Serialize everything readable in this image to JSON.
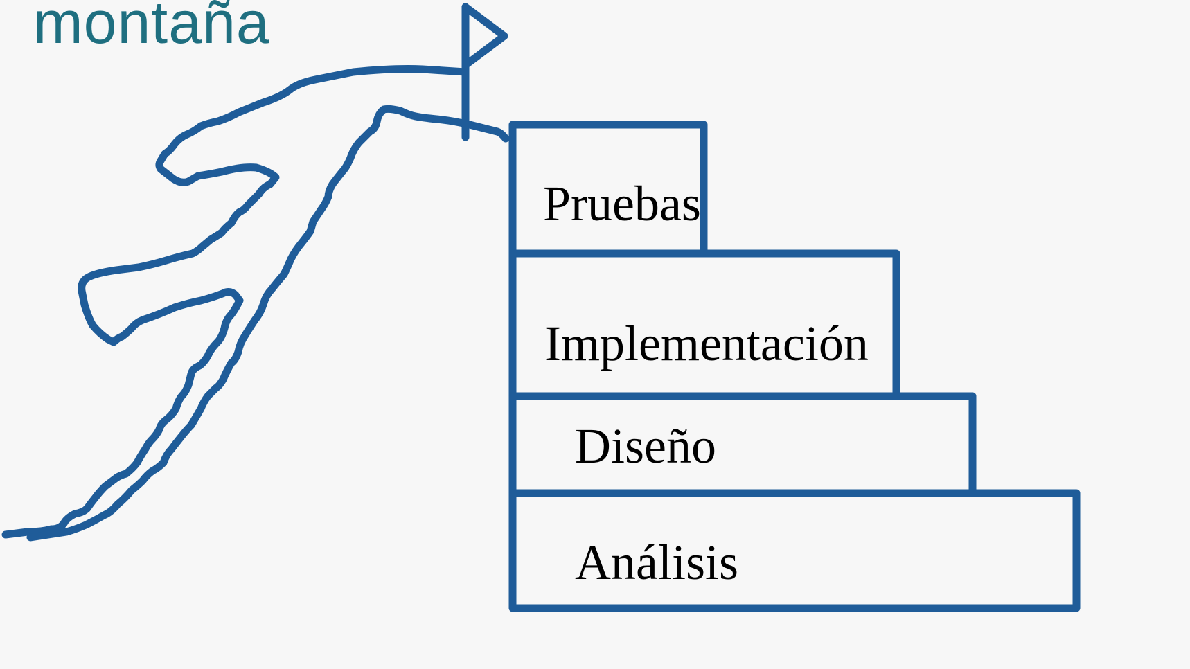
{
  "title": "montaña",
  "colors": {
    "title_color": "#1f6f80",
    "outline_color": "#1f5c99",
    "background": "#f7f7f7"
  },
  "steps": [
    {
      "label": "Pruebas"
    },
    {
      "label": "Implementación"
    },
    {
      "label": "Diseño"
    },
    {
      "label": "Análisis"
    }
  ],
  "icons": {
    "flag": "flag-icon",
    "mountain": "mountain-outline"
  }
}
